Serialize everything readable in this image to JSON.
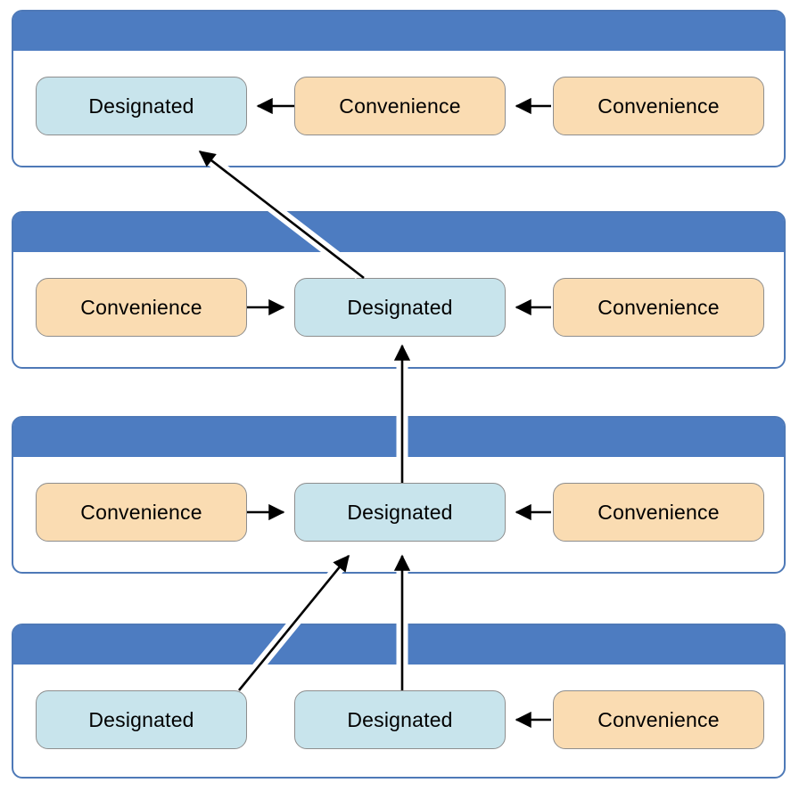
{
  "diagram": {
    "title": "",
    "panels": [
      {
        "name": "panel-1",
        "boxes": [
          {
            "label": "Designated",
            "type": "designated"
          },
          {
            "label": "Convenience",
            "type": "convenience"
          },
          {
            "label": "Convenience",
            "type": "convenience"
          }
        ]
      },
      {
        "name": "panel-2",
        "boxes": [
          {
            "label": "Convenience",
            "type": "convenience"
          },
          {
            "label": "Designated",
            "type": "designated"
          },
          {
            "label": "Convenience",
            "type": "convenience"
          }
        ]
      },
      {
        "name": "panel-3",
        "boxes": [
          {
            "label": "Convenience",
            "type": "convenience"
          },
          {
            "label": "Designated",
            "type": "designated"
          },
          {
            "label": "Convenience",
            "type": "convenience"
          }
        ]
      },
      {
        "name": "panel-4",
        "boxes": [
          {
            "label": "Designated",
            "type": "designated"
          },
          {
            "label": "Designated",
            "type": "designated"
          },
          {
            "label": "Convenience",
            "type": "convenience"
          }
        ]
      }
    ],
    "connections": [
      {
        "from": "panel-1.convenience-middle",
        "to": "panel-1.designated-left"
      },
      {
        "from": "panel-1.convenience-right",
        "to": "panel-1.convenience-middle"
      },
      {
        "from": "panel-2.convenience-left",
        "to": "panel-2.designated-middle"
      },
      {
        "from": "panel-2.convenience-right",
        "to": "panel-2.designated-middle"
      },
      {
        "from": "panel-2.designated-middle",
        "to": "panel-1.designated-left"
      },
      {
        "from": "panel-3.convenience-left",
        "to": "panel-3.designated-middle"
      },
      {
        "from": "panel-3.convenience-right",
        "to": "panel-3.designated-middle"
      },
      {
        "from": "panel-3.designated-middle",
        "to": "panel-2.designated-middle"
      },
      {
        "from": "panel-4.designated-left",
        "to": "panel-3.designated-middle"
      },
      {
        "from": "panel-4.designated-middle",
        "to": "panel-3.designated-middle"
      },
      {
        "from": "panel-4.convenience-right",
        "to": "panel-4.designated-middle"
      }
    ],
    "colors": {
      "header_bar": "#4d7cc1",
      "panel_border": "#4e79b7",
      "designated_fill": "#c8e4ec",
      "convenience_fill": "#fadcb2",
      "box_border": "#8e8e8e",
      "arrow": "#000000"
    }
  }
}
